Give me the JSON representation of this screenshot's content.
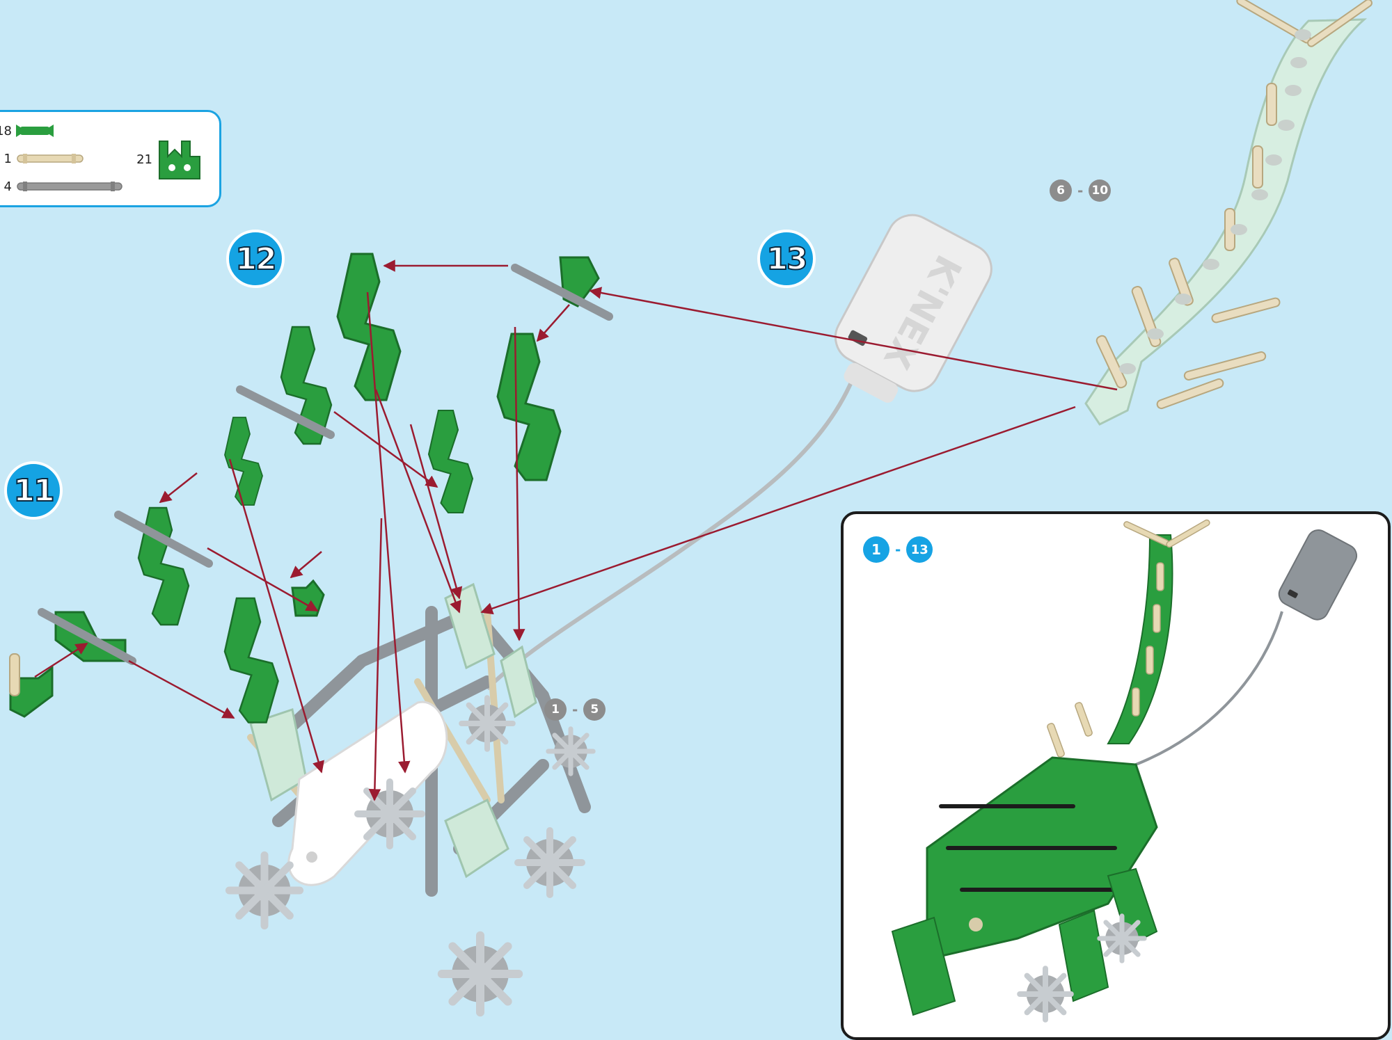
{
  "parts": [
    {
      "count": "18",
      "name": "green-connector",
      "color": "#2a9e3f"
    },
    {
      "count": "1",
      "name": "tan-rod",
      "color": "#e7d9b4"
    },
    {
      "count": "4",
      "name": "gray-rod",
      "color": "#9a9a9a"
    },
    {
      "count": "21",
      "name": "green-bracket",
      "color": "#2a9e3f"
    }
  ],
  "steps": {
    "s11": "11",
    "s12": "12",
    "s13": "13"
  },
  "refs": {
    "r1": {
      "from": "1",
      "sep": "-",
      "to": "5"
    },
    "r2": {
      "from": "6",
      "sep": "-",
      "to": "10"
    },
    "r3": {
      "from": "1",
      "sep": "-",
      "to": "13"
    }
  },
  "colors": {
    "background": "#c8e9f7",
    "accent": "#15a3e3",
    "arrow": "#9b1b30",
    "green_part": "#2a9e3f",
    "pale_part": "#cfe9d9",
    "gray_part": "#8f959a",
    "battery": "#eeeeee"
  },
  "battery_logo": "K'NEX"
}
